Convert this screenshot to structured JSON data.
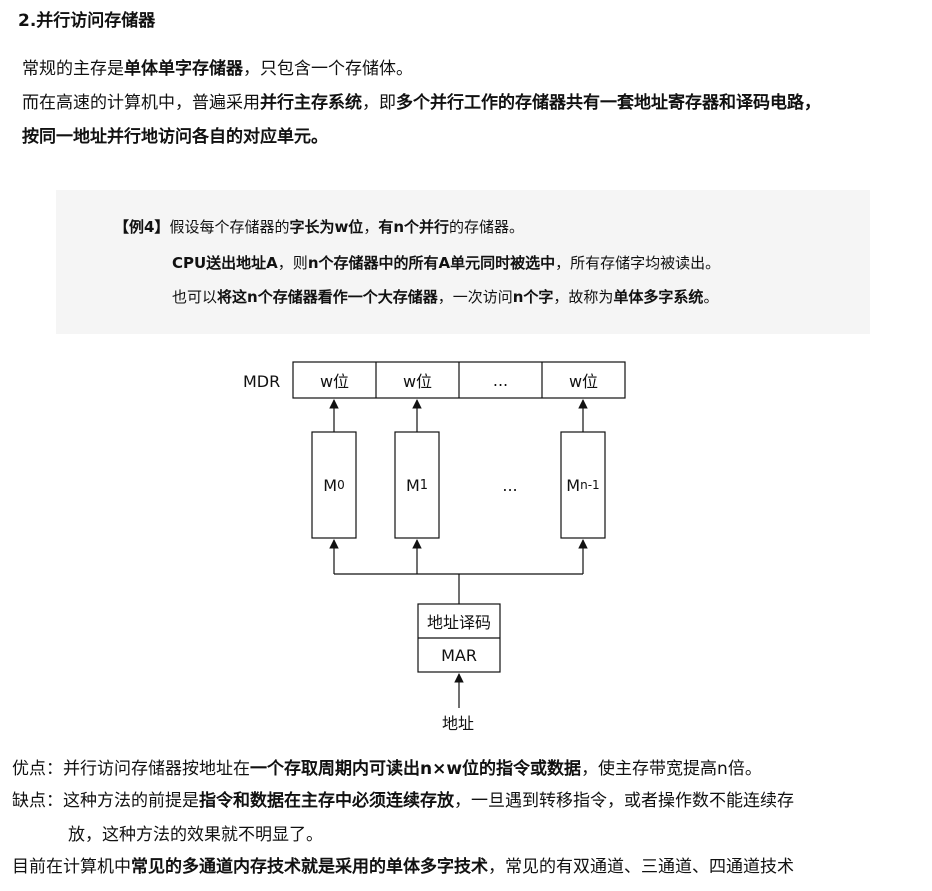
{
  "heading": "2.并行访问存储器",
  "intro": {
    "l1_a": "常规的主存是",
    "l1_b": "单体单字存储器",
    "l1_c": "，只包含一个存储体。",
    "l2_a": "而在高速的计算机中，普遍采用",
    "l2_b": "并行主存系统",
    "l2_c": "，即",
    "l2_d": "多个并行工作的存储器共有一套地址寄存器和译码电路，",
    "l3": "按同一地址并行地访问各自的对应单元。"
  },
  "example": {
    "tag": "【例4】",
    "l1_a": "假设每个存储器的",
    "l1_b": "字长为w位",
    "l1_c": "，",
    "l1_d": "有n个并行",
    "l1_e": "的存储器。",
    "l2_a": "CPU送出地址A",
    "l2_b": "，则",
    "l2_c": "n个存储器中的所有A单元同时被选中",
    "l2_d": "，所有存储字均被读出。",
    "l3_a": "也可以",
    "l3_b": "将这n个存储器看作一个大存储器",
    "l3_c": "，一次访问",
    "l3_d": "n个字",
    "l3_e": "，故称为",
    "l3_f": "单体多字系统",
    "l3_g": "。"
  },
  "diagram": {
    "mdr_label": "MDR",
    "cells": [
      "w位",
      "w位",
      "...",
      "w位"
    ],
    "modules": [
      {
        "main": "M",
        "sub": "0"
      },
      {
        "main": "M",
        "sub": "1"
      },
      {
        "main": "...",
        "sub": ""
      },
      {
        "main": "M",
        "sub": "n-1"
      }
    ],
    "decoder": "地址译码",
    "mar": "MAR",
    "address": "地址"
  },
  "advantage": {
    "a": "优点：并行访问存储器按地址在",
    "b": "一个存取周期内可读出n×w位的指令或数据",
    "c": "，使主存带宽提高n倍。"
  },
  "disadvantage": {
    "a": "缺点：这种方法的前提是",
    "b": "指令和数据在主存中必须连续存放",
    "c": "，一旦遇到转移指令，或者操作数不能连续存",
    "d": "放，这种方法的效果就不明显了。"
  },
  "closing": {
    "a": "目前在计算机中",
    "b": "常见的多通道内存技术就是采用的单体多字技术",
    "c": "，常见的有双通道、三通道、四通道技术"
  }
}
